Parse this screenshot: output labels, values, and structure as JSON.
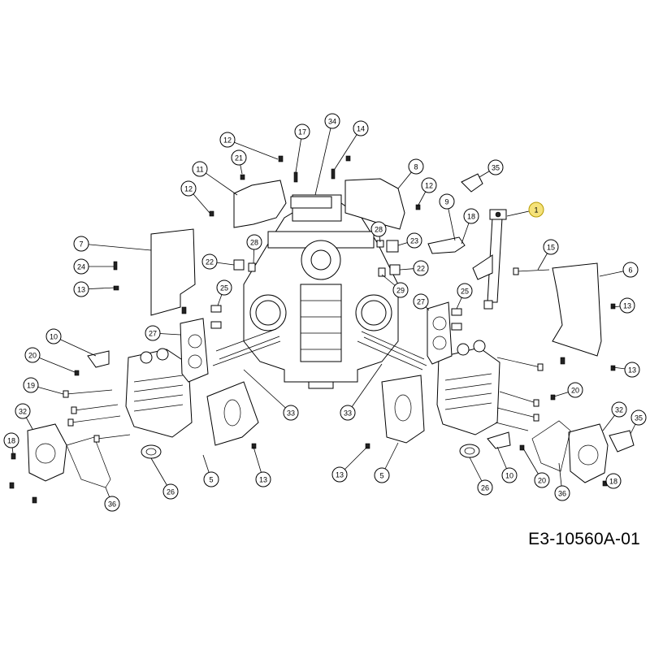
{
  "drawing_code": "E3-10560A-01",
  "callouts": [
    {
      "n": "1",
      "hl": true
    },
    {
      "n": "5"
    },
    {
      "n": "5"
    },
    {
      "n": "6"
    },
    {
      "n": "7"
    },
    {
      "n": "8"
    },
    {
      "n": "9"
    },
    {
      "n": "10"
    },
    {
      "n": "10"
    },
    {
      "n": "11"
    },
    {
      "n": "12"
    },
    {
      "n": "12"
    },
    {
      "n": "12"
    },
    {
      "n": "13"
    },
    {
      "n": "13"
    },
    {
      "n": "13"
    },
    {
      "n": "13"
    },
    {
      "n": "13"
    },
    {
      "n": "14"
    },
    {
      "n": "15"
    },
    {
      "n": "17"
    },
    {
      "n": "18"
    },
    {
      "n": "18"
    },
    {
      "n": "18"
    },
    {
      "n": "19"
    },
    {
      "n": "20"
    },
    {
      "n": "20"
    },
    {
      "n": "20"
    },
    {
      "n": "21"
    },
    {
      "n": "22"
    },
    {
      "n": "22"
    },
    {
      "n": "23"
    },
    {
      "n": "24"
    },
    {
      "n": "25"
    },
    {
      "n": "25"
    },
    {
      "n": "26"
    },
    {
      "n": "26"
    },
    {
      "n": "27"
    },
    {
      "n": "27"
    },
    {
      "n": "28"
    },
    {
      "n": "28"
    },
    {
      "n": "29"
    },
    {
      "n": "32"
    },
    {
      "n": "32"
    },
    {
      "n": "33"
    },
    {
      "n": "33"
    },
    {
      "n": "34"
    },
    {
      "n": "35"
    },
    {
      "n": "35"
    },
    {
      "n": "36"
    },
    {
      "n": "36"
    }
  ]
}
